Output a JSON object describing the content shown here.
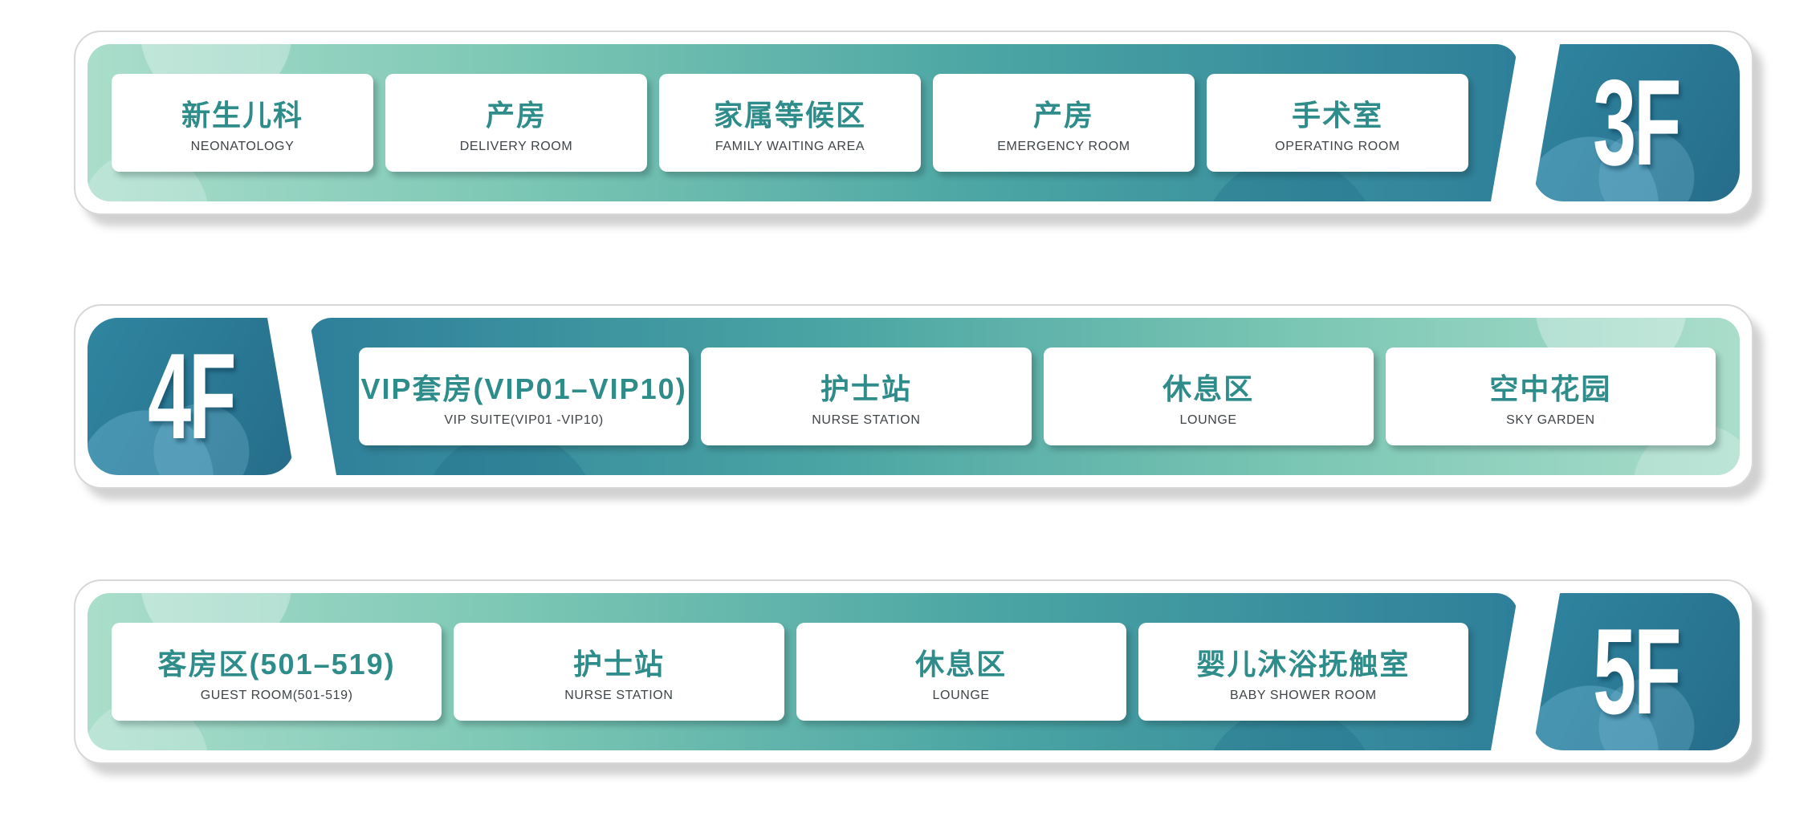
{
  "sign": {
    "type": "hospital-floor-directory",
    "colors": {
      "bar_gradient_light": "#aadecb",
      "bar_gradient_mid": "#4aa4a3",
      "bar_gradient_dark": "#2e7f9a",
      "floor_block": "#2a7894",
      "zh_title": "#2e8c8a",
      "en_subtitle": "#3e4447",
      "card_bg": "#ffffff",
      "panel_border": "#d7d7d7"
    },
    "rows": [
      {
        "floor_label": "3F",
        "floor_side": "right",
        "items": [
          {
            "zh": "新生儿科",
            "en": "NEONATOLOGY"
          },
          {
            "zh": "产房",
            "en": "DELIVERY ROOM"
          },
          {
            "zh": "家属等候区",
            "en": "FAMILY WAITING AREA"
          },
          {
            "zh": "产房",
            "en": "EMERGENCY ROOM"
          },
          {
            "zh": "手术室",
            "en": "OPERATING ROOM"
          }
        ]
      },
      {
        "floor_label": "4F",
        "floor_side": "left",
        "items": [
          {
            "zh": "VIP套房(VIP01–VIP10)",
            "en": "VIP SUITE(VIP01 -VIP10)"
          },
          {
            "zh": "护士站",
            "en": "NURSE STATION"
          },
          {
            "zh": "休息区",
            "en": "LOUNGE"
          },
          {
            "zh": "空中花园",
            "en": "SKY GARDEN"
          }
        ]
      },
      {
        "floor_label": "5F",
        "floor_side": "right",
        "items": [
          {
            "zh": "客房区(501–519)",
            "en": "GUEST ROOM(501-519)"
          },
          {
            "zh": "护士站",
            "en": "NURSE STATION"
          },
          {
            "zh": "休息区",
            "en": "LOUNGE"
          },
          {
            "zh": "婴儿沐浴抚触室",
            "en": "BABY SHOWER ROOM"
          }
        ]
      }
    ]
  }
}
